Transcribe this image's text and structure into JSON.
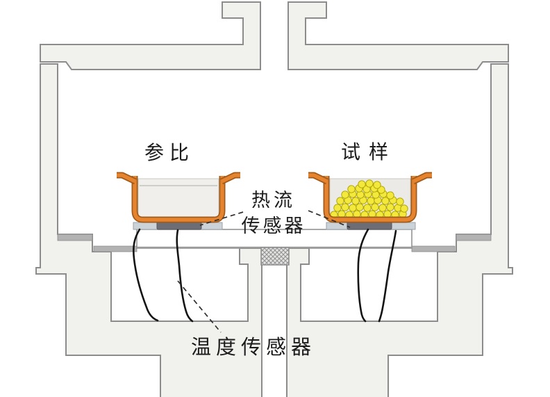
{
  "labels": {
    "reference": "参比",
    "sample": "试样",
    "heat_flow_line1": "热流",
    "heat_flow_line2": "传感器",
    "temperature_sensor": "温度传感器"
  },
  "colors": {
    "furnace_body": "#f1f1ee",
    "outline": "#8c8c8c",
    "crucible_orange": "#e5832f",
    "crucible_edge": "#a05a1a",
    "crucible_interior": "#f0efec",
    "sensor_plate": "#6d6d75",
    "sensor_seat": "#ccd3d8",
    "step_cap": "#b2b2b2",
    "sample_granule": "#f2e93c",
    "granule_edge": "#ada100",
    "wire": "#141414",
    "leader_line": "#2e2e2e",
    "label_text": "#1c1c1c"
  }
}
